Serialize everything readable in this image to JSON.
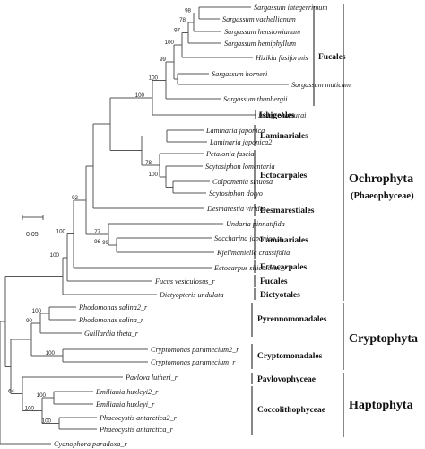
{
  "tree": {
    "taxa": [
      "Sargassum integerrimum",
      "Sargassum vachellianum",
      "Sargassum henslowianum",
      "Sargassum hemiphyllum",
      "Hizikia fusiformis",
      "Sargassum horneri",
      "Sargassum muticum",
      "Sargassum thunbergii",
      "Ishige okamurai",
      "Laminaria japonica",
      "Laminaria japonica2",
      "Petalonia fascia",
      "Scytosiphon lomentaria",
      "Colpomenia sinuosa",
      "Scytosiphon dotyo",
      "Desmarestia viridis",
      "Undaria pinnatifida",
      "Saccharina japonica_r",
      "Kjellmaniella crassifolia",
      "Ectocarpus siliculosus_r",
      "Fucus vesiculosus_r",
      "Dictyopteris undulata",
      "Rhodomonas salina2_r",
      "Rhodomonas salina_r",
      "Guillardia theta_r",
      "Cryptomonas paramecium2_r",
      "Cryptomonas paramecium_r",
      "Pavlova lutheri_r",
      "Emiliania huxleyi2_r",
      "Emiliania huxleyi_r",
      "Phaeocystis antarctica2_r",
      "Phaeocystis antarctica_r",
      "Cyanophora paradoxa_r"
    ],
    "bootstrap": [
      "98",
      "78",
      "97",
      "100",
      "99",
      "100",
      "100",
      "78",
      "100",
      "92",
      "77",
      "99",
      "96",
      "100",
      "100",
      "100",
      "90",
      "100",
      "100",
      "64",
      "100",
      "100"
    ]
  },
  "orders": [
    "Fucales",
    "Ishigeales",
    "Laminariales",
    "Ectocarpales",
    "Desmarestiales",
    "Laminariales",
    "Ectocarpales",
    "Fucales",
    "Dictyotales",
    "Pyrennomonadales",
    "Cryptomonadales",
    "Pavlovophyceae",
    "Coccolithophyceae"
  ],
  "groups": {
    "ochrophyta": "Ochrophyta",
    "ochrophyta_sub": "(Phaeophyceae)",
    "cryptophyta": "Cryptophyta",
    "haptophyta": "Haptophyta"
  },
  "scale_bar": {
    "label": "0.05"
  }
}
